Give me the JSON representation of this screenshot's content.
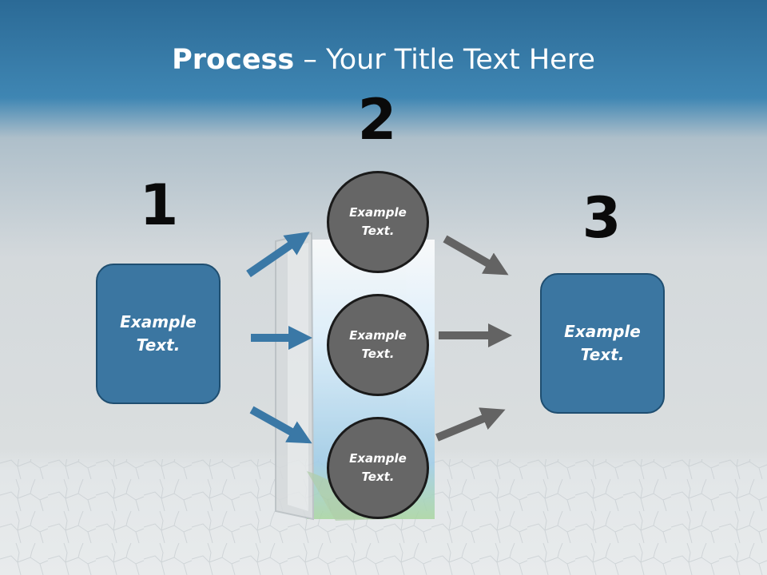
{
  "title": {
    "strong": "Process",
    "rest": " – Your Title Text Here"
  },
  "steps": [
    {
      "number": "1",
      "text": "Example Text."
    },
    {
      "number": "2",
      "items": [
        {
          "text": "Example Text."
        },
        {
          "text": "Example Text."
        },
        {
          "text": "Example Text."
        }
      ]
    },
    {
      "number": "3",
      "text": "Example Text."
    }
  ],
  "colors": {
    "box": "#3b76a1",
    "circle": "#666666",
    "arrow_in": "#3a78a6",
    "arrow_out": "#636363"
  }
}
